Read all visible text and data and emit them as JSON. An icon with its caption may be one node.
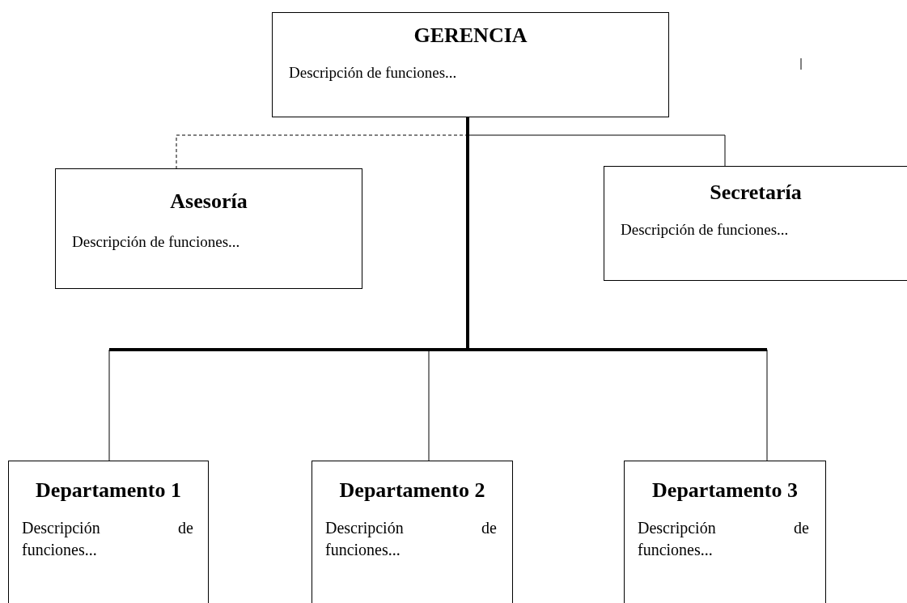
{
  "diagram": {
    "nodes": [
      {
        "text": [
          "GERENCIA",
          "Descripción de funciones..."
        ]
      },
      {
        "text": [
          "Asesoría",
          "Descripción de funciones..."
        ]
      },
      {
        "text": [
          "Secretaría",
          "Descripción de funciones..."
        ]
      },
      {
        "text": [
          "Departamento 1",
          "Descripción de funciones..."
        ]
      },
      {
        "text": [
          "Departamento 2",
          "Descripción de funciones..."
        ]
      },
      {
        "text": [
          "Departamento 3",
          "Descripción de funciones..."
        ]
      }
    ],
    "edges": [
      {
        "from": 0,
        "to": 1,
        "arrow": "none",
        "style": "dashed"
      },
      {
        "from": 0,
        "to": 2,
        "arrow": "none"
      },
      {
        "from": 0,
        "to": 3,
        "arrow": "none"
      },
      {
        "from": 0,
        "to": 4,
        "arrow": "none"
      },
      {
        "from": 0,
        "to": 5,
        "arrow": "none"
      }
    ]
  }
}
